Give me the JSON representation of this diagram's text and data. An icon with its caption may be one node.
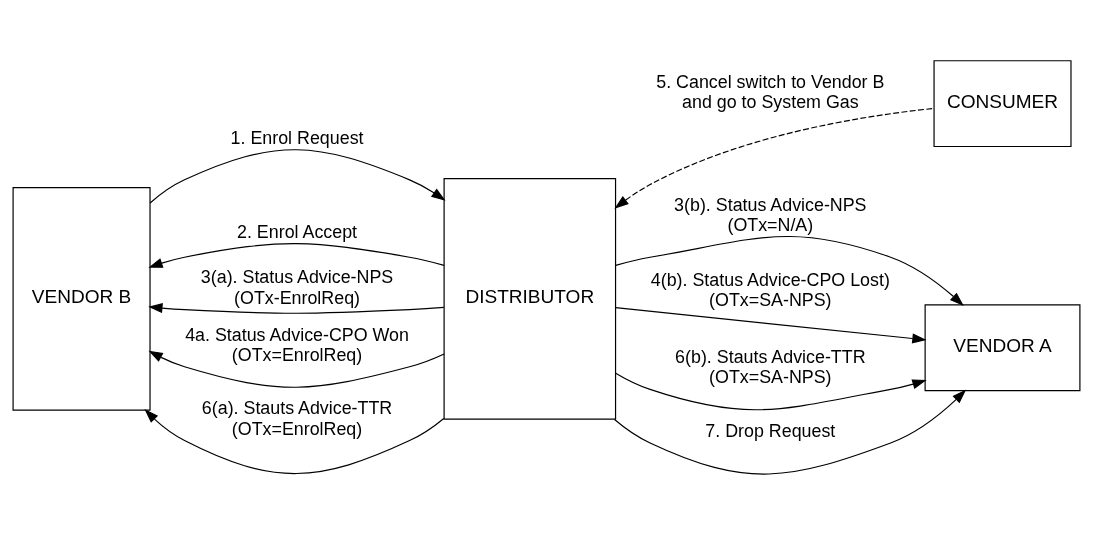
{
  "diagram": {
    "nodes": [
      {
        "text": [
          "VENDOR B"
        ]
      },
      {
        "text": [
          "DISTRIBUTOR"
        ]
      },
      {
        "text": [
          "CONSUMER"
        ]
      },
      {
        "text": [
          "VENDOR A"
        ]
      }
    ],
    "edges": [
      {
        "from": 0,
        "to": 1,
        "arrow": "to",
        "label": "1. Enrol Request"
      },
      {
        "from": 1,
        "to": 0,
        "arrow": "to",
        "label": "2. Enrol Accept"
      },
      {
        "from": 1,
        "to": 0,
        "arrow": "to",
        "label": "3(a). Status Advice-NPS  (OTx-EnrolReq)"
      },
      {
        "from": 1,
        "to": 0,
        "arrow": "to",
        "label": "4a. Status Advice-CPO Won (OTx=EnrolReq)"
      },
      {
        "from": 1,
        "to": 0,
        "arrow": "to",
        "label": "6(a). Stauts Advice-TTR (OTx=EnrolReq)"
      },
      {
        "from": 2,
        "to": 1,
        "arrow": "to",
        "style": "dashed",
        "label": "5. Cancel switch to Vendor B and go to System Gas"
      },
      {
        "from": 1,
        "to": 3,
        "arrow": "to",
        "label": "3(b). Status Advice-NPS (OTx=N/A)"
      },
      {
        "from": 1,
        "to": 3,
        "arrow": "to",
        "label": "4(b). Status Advice-CPO Lost) (OTx=SA-NPS)"
      },
      {
        "from": 1,
        "to": 3,
        "arrow": "to",
        "label": "6(b). Stauts Advice-TTR (OTx=SA-NPS)"
      },
      {
        "from": 1,
        "to": 3,
        "arrow": "to",
        "label": "7. Drop Request"
      }
    ]
  }
}
